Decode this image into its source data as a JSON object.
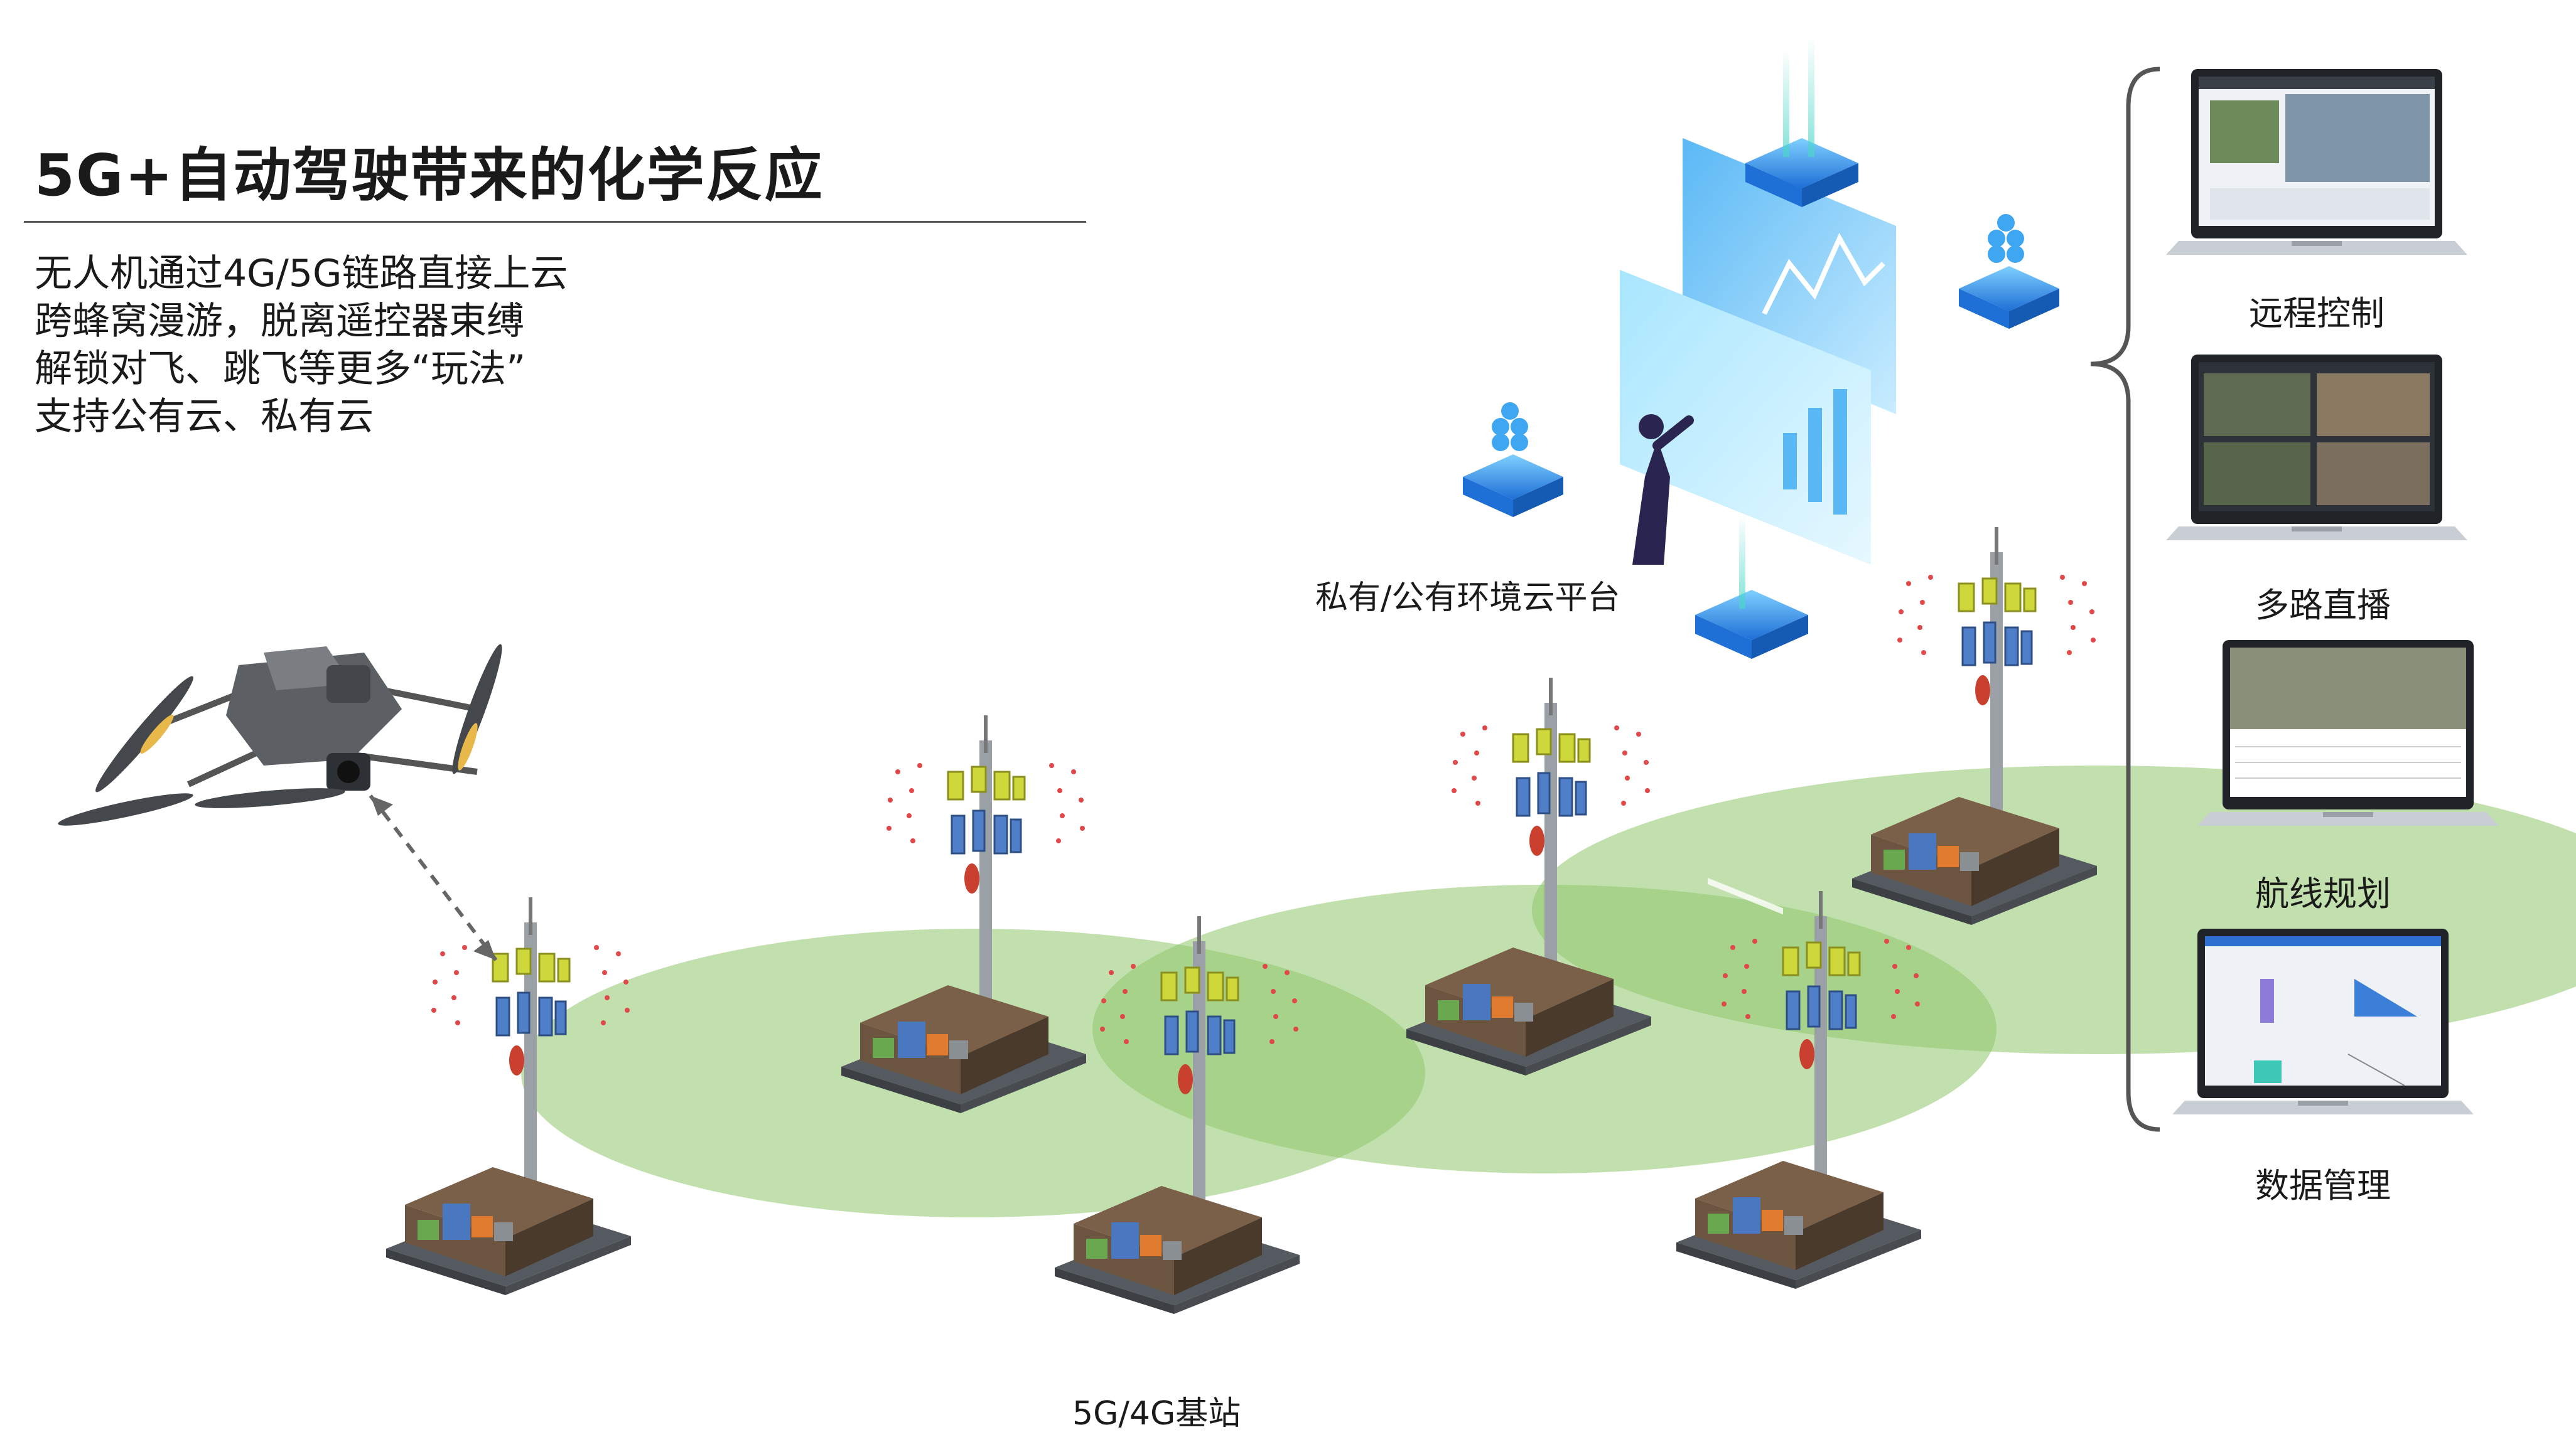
{
  "header": {
    "title": "5G+自动驾驶带来的化学反应"
  },
  "features": [
    "无人机通过4G/5G链路直接上云",
    "跨蜂窝漫游，脱离遥控器束缚",
    "解锁对飞、跳飞等更多“玩法”",
    "支持公有云、私有云"
  ],
  "labels": {
    "cloud_platform": "私有/公有环境云平台",
    "base_station": "5G/4G基站"
  },
  "capabilities": [
    {
      "label": "远程控制",
      "screen": "map-video-icon"
    },
    {
      "label": "多路直播",
      "screen": "video-grid-icon"
    },
    {
      "label": "航线规划",
      "screen": "satellite-table-icon"
    },
    {
      "label": "数据管理",
      "screen": "charts-icon"
    }
  ],
  "colors": {
    "coverage": "#8fc66b",
    "tower": "#9aa0a6",
    "cloud": "#3fa6f2",
    "signal": "#e0484a"
  }
}
